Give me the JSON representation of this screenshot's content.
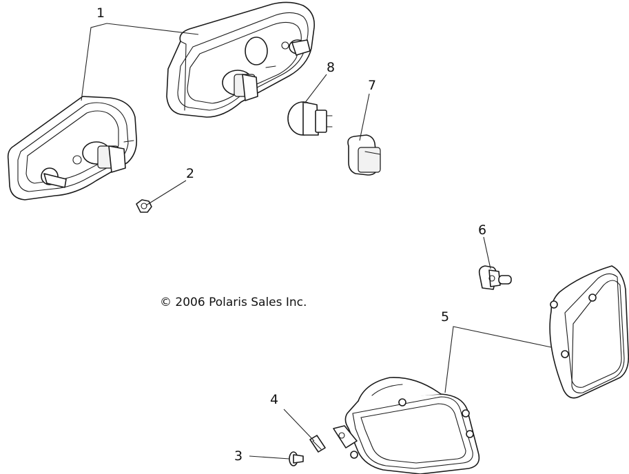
{
  "copyright": "© 2006 Polaris Sales Inc.",
  "callouts": [
    "1",
    "2",
    "3",
    "4",
    "5",
    "6",
    "7",
    "8"
  ],
  "parts": [
    {
      "callout": "1",
      "icon": "tail-light-assembly-icon",
      "count": 2
    },
    {
      "callout": "2",
      "icon": "nut-icon"
    },
    {
      "callout": "3",
      "icon": "screw-icon"
    },
    {
      "callout": "4",
      "icon": "clip-icon"
    },
    {
      "callout": "5",
      "icon": "headlight-assembly-icon",
      "count": 2
    },
    {
      "callout": "6",
      "icon": "headlight-bulb-icon"
    },
    {
      "callout": "7",
      "icon": "bulb-socket-icon"
    },
    {
      "callout": "8",
      "icon": "wedge-bulb-icon"
    }
  ],
  "colors": {
    "line": "#1a1a1a",
    "background": "#ffffff"
  }
}
